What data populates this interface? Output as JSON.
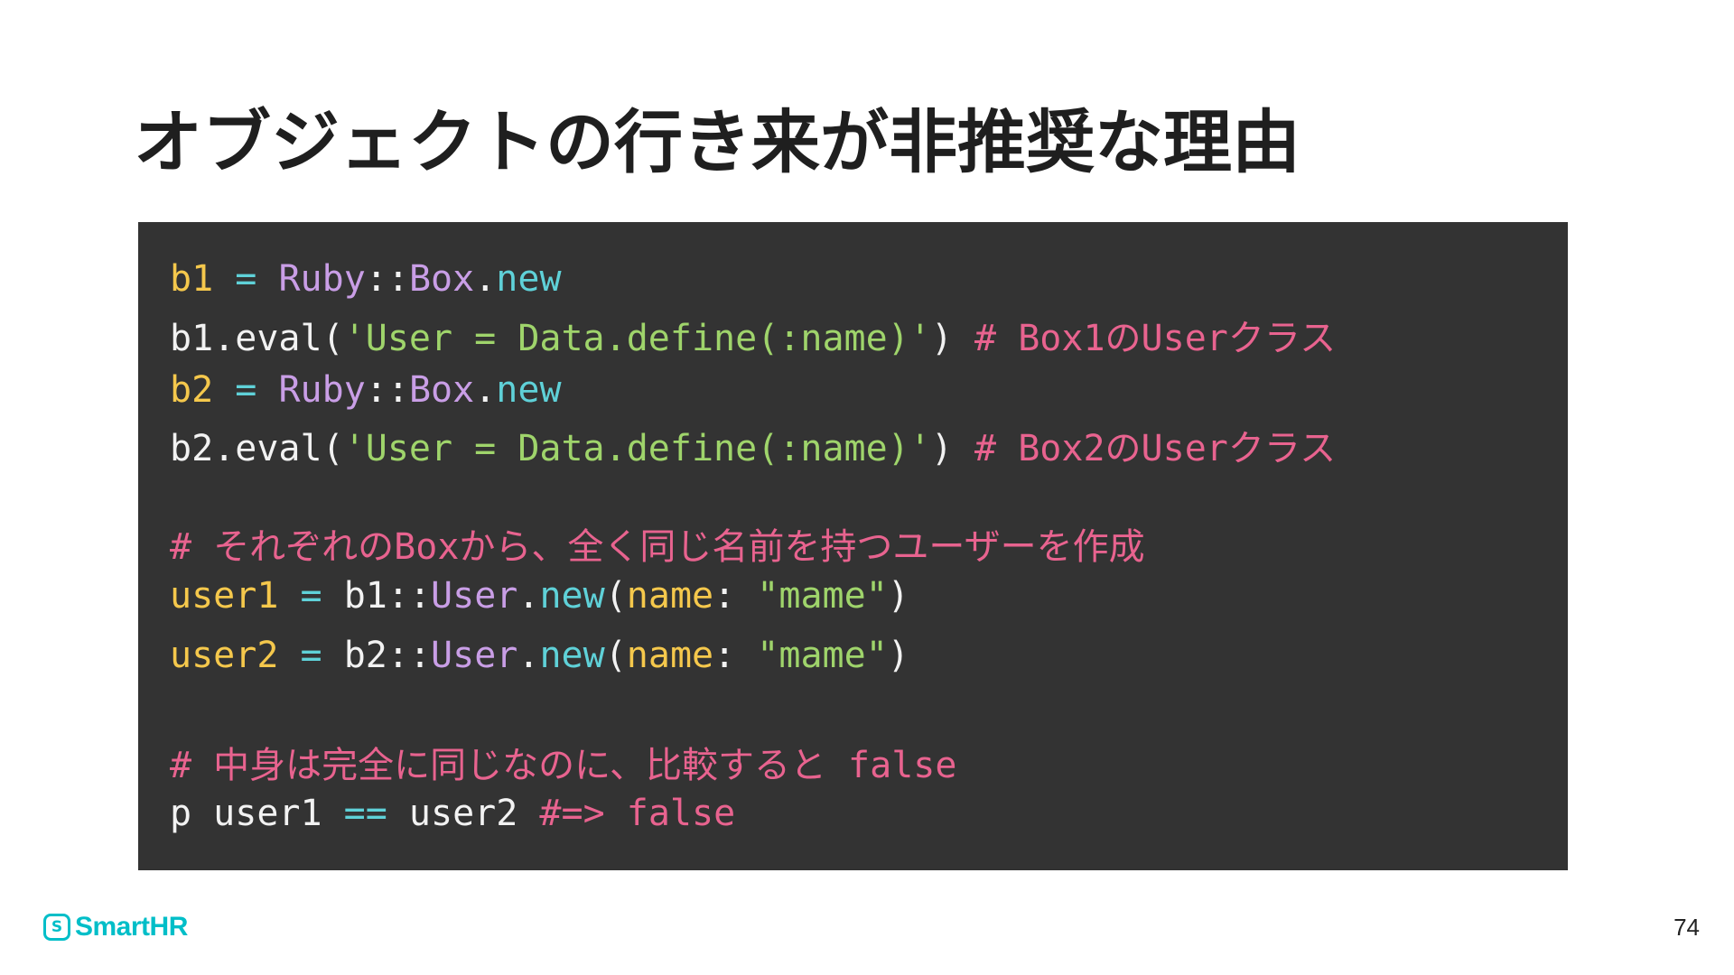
{
  "slide": {
    "title": "オブジェクトの行き来が非推奨な理由",
    "page_number": "74",
    "brand": {
      "name": "SmartHR",
      "icon_glyph": "S",
      "icon": "smarthr-logo-icon",
      "color": "#00bec8"
    }
  },
  "code": {
    "background": "#333333",
    "colors": {
      "variable": "#f5c84c",
      "operator": "#5fd1d8",
      "constant": "#c99ee6",
      "string": "#9fd46b",
      "comment": "#e8638f",
      "plain": "#f2f2f2"
    },
    "lines": [
      {
        "tokens": [
          {
            "t": "b1",
            "c": "var"
          },
          {
            "t": " ",
            "c": "plain"
          },
          {
            "t": "=",
            "c": "op"
          },
          {
            "t": " ",
            "c": "plain"
          },
          {
            "t": "Ruby",
            "c": "const"
          },
          {
            "t": "::",
            "c": "plain"
          },
          {
            "t": "Box",
            "c": "const"
          },
          {
            "t": ".",
            "c": "plain"
          },
          {
            "t": "new",
            "c": "method"
          }
        ]
      },
      {
        "tokens": [
          {
            "t": "b1.eval(",
            "c": "plain"
          },
          {
            "t": "'User = Data.define(:name)'",
            "c": "str"
          },
          {
            "t": ") ",
            "c": "plain"
          },
          {
            "t": "# Box1のUserクラス",
            "c": "comment"
          }
        ]
      },
      {
        "tokens": [
          {
            "t": "b2",
            "c": "var"
          },
          {
            "t": " ",
            "c": "plain"
          },
          {
            "t": "=",
            "c": "op"
          },
          {
            "t": " ",
            "c": "plain"
          },
          {
            "t": "Ruby",
            "c": "const"
          },
          {
            "t": "::",
            "c": "plain"
          },
          {
            "t": "Box",
            "c": "const"
          },
          {
            "t": ".",
            "c": "plain"
          },
          {
            "t": "new",
            "c": "method"
          }
        ]
      },
      {
        "tokens": [
          {
            "t": "b2.eval(",
            "c": "plain"
          },
          {
            "t": "'User = Data.define(:name)'",
            "c": "str"
          },
          {
            "t": ") ",
            "c": "plain"
          },
          {
            "t": "# Box2のUserクラス",
            "c": "comment"
          }
        ]
      },
      {
        "tokens": [
          {
            "t": "# それぞれのBoxから、全く同じ名前を持つユーザーを作成",
            "c": "comment"
          }
        ]
      },
      {
        "tokens": [
          {
            "t": "user1",
            "c": "var"
          },
          {
            "t": " ",
            "c": "plain"
          },
          {
            "t": "=",
            "c": "op"
          },
          {
            "t": " b1",
            "c": "plain"
          },
          {
            "t": "::",
            "c": "plain"
          },
          {
            "t": "User",
            "c": "const"
          },
          {
            "t": ".",
            "c": "plain"
          },
          {
            "t": "new",
            "c": "method"
          },
          {
            "t": "(",
            "c": "plain"
          },
          {
            "t": "name",
            "c": "key"
          },
          {
            "t": ": ",
            "c": "plain"
          },
          {
            "t": "\"mame\"",
            "c": "str"
          },
          {
            "t": ")",
            "c": "plain"
          }
        ]
      },
      {
        "tokens": [
          {
            "t": "user2",
            "c": "var"
          },
          {
            "t": " ",
            "c": "plain"
          },
          {
            "t": "=",
            "c": "op"
          },
          {
            "t": " b2",
            "c": "plain"
          },
          {
            "t": "::",
            "c": "plain"
          },
          {
            "t": "User",
            "c": "const"
          },
          {
            "t": ".",
            "c": "plain"
          },
          {
            "t": "new",
            "c": "method"
          },
          {
            "t": "(",
            "c": "plain"
          },
          {
            "t": "name",
            "c": "key"
          },
          {
            "t": ": ",
            "c": "plain"
          },
          {
            "t": "\"mame\"",
            "c": "str"
          },
          {
            "t": ")",
            "c": "plain"
          }
        ]
      },
      {
        "tokens": [
          {
            "t": "# 中身は完全に同じなのに、比較すると false",
            "c": "comment"
          }
        ]
      },
      {
        "tokens": [
          {
            "t": "p user1 ",
            "c": "plain"
          },
          {
            "t": "==",
            "c": "op"
          },
          {
            "t": " user2 ",
            "c": "plain"
          },
          {
            "t": "#=> false",
            "c": "comment"
          }
        ]
      }
    ]
  }
}
